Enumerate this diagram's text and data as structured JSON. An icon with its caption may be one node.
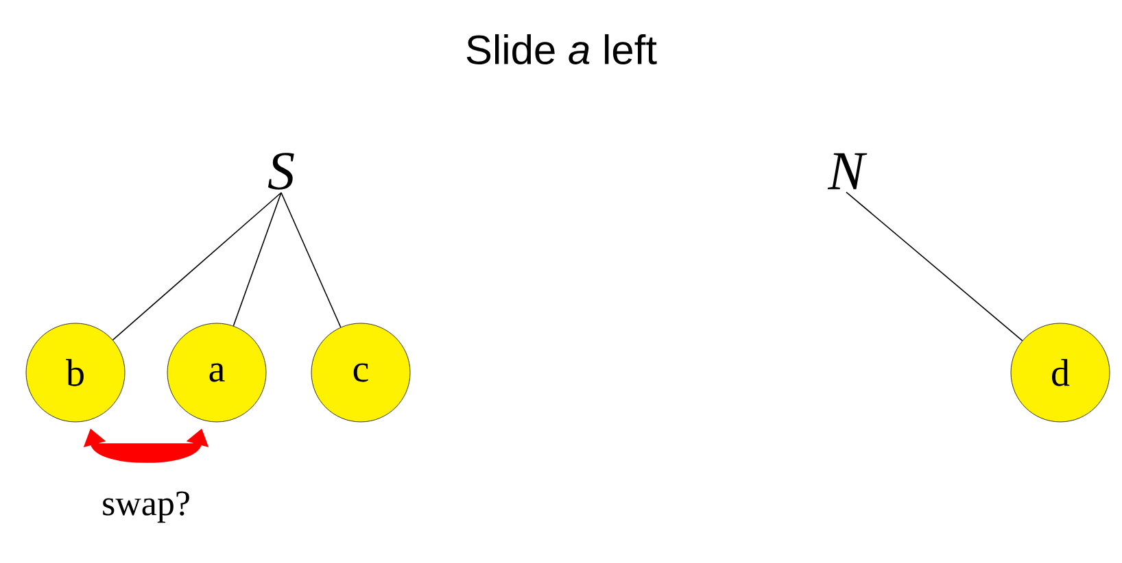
{
  "diagram": {
    "title": "Slide *a* left",
    "nodes": [
      {
        "text": [
          "S"
        ]
      },
      {
        "text": [
          "N"
        ]
      },
      {
        "text": [
          "b"
        ]
      },
      {
        "text": [
          "a"
        ]
      },
      {
        "text": [
          "c"
        ]
      },
      {
        "text": [
          "d"
        ]
      }
    ],
    "edges": [
      {
        "from": 0,
        "to": 2,
        "arrow": "none"
      },
      {
        "from": 0,
        "to": 3,
        "arrow": "none"
      },
      {
        "from": 0,
        "to": 4,
        "arrow": "none"
      },
      {
        "from": 1,
        "to": 5,
        "arrow": "none"
      },
      {
        "from": 2,
        "to": 3,
        "arrow": "both",
        "style": "thick",
        "color": "#ff0000",
        "label": "swap?"
      }
    ]
  }
}
